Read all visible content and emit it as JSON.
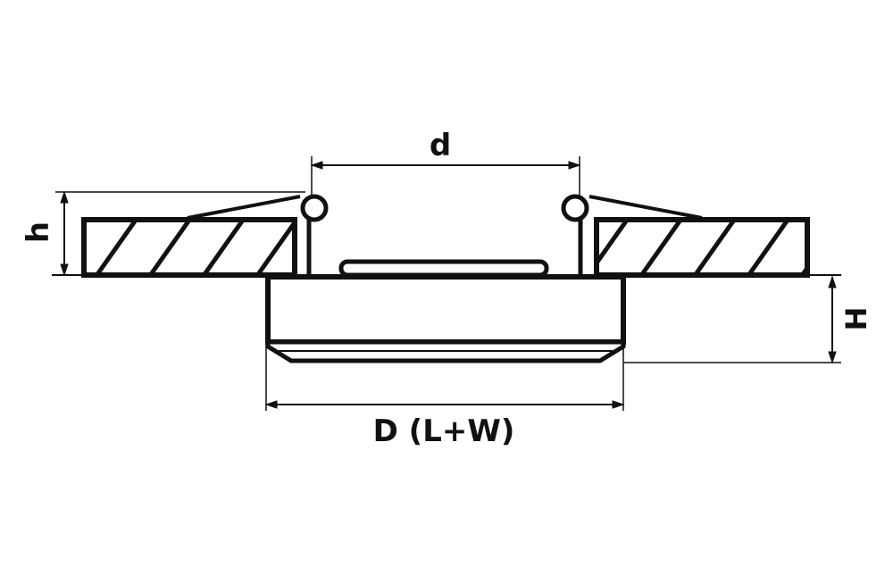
{
  "labels": {
    "d": "d",
    "h": "h",
    "H": "H",
    "D": "D (L+W)"
  },
  "colors": {
    "stroke": "#111111",
    "background": "#ffffff"
  }
}
